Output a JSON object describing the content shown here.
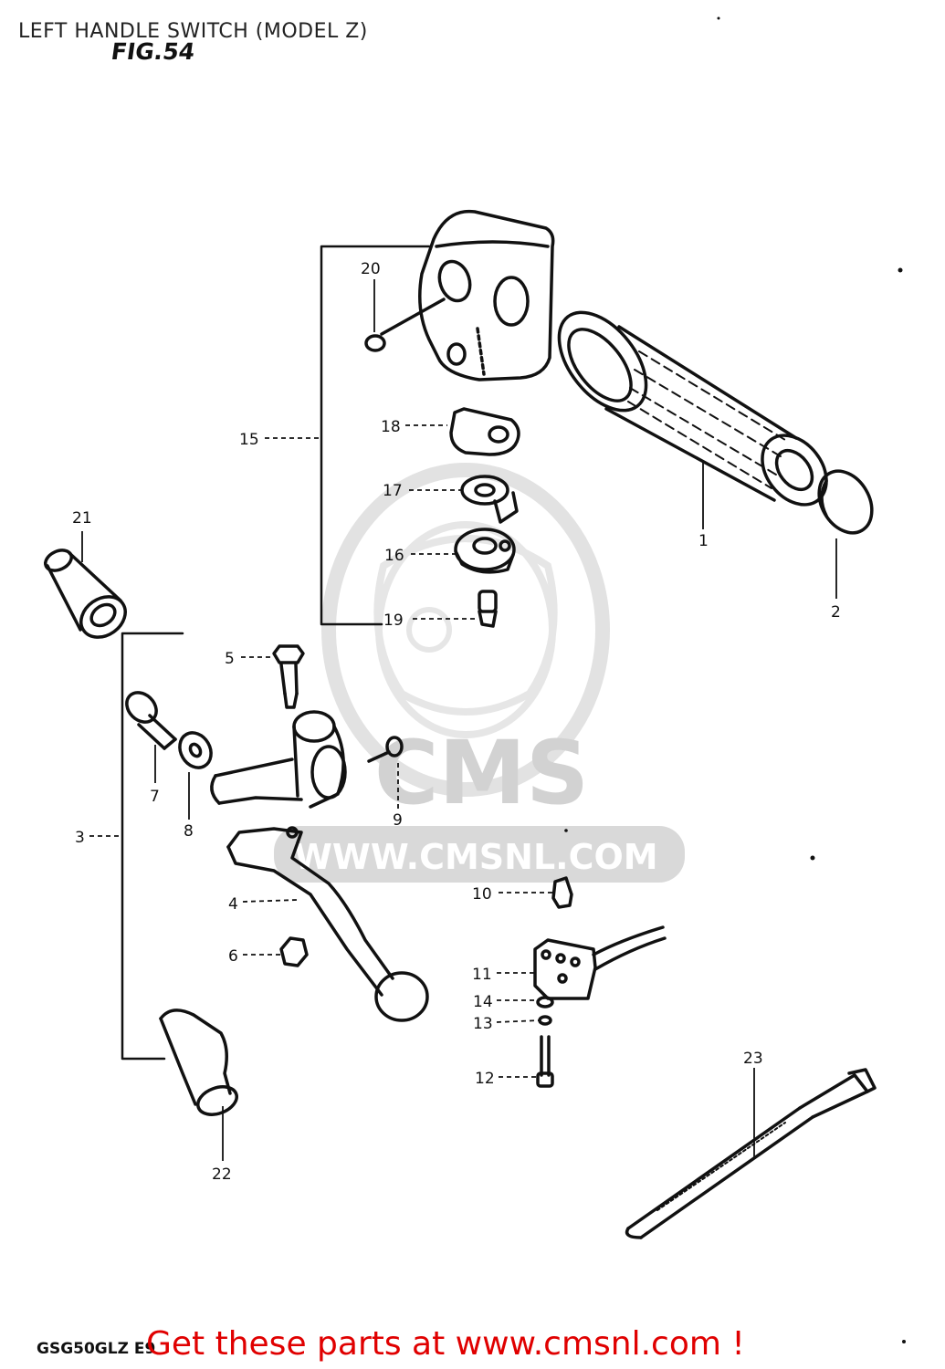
{
  "page": {
    "title": "LEFT HANDLE SWITCH (MODEL Z)",
    "figure_label": "FIG.54",
    "model_code": "GSG50GLZ E9",
    "promo_text": "Get these parts at www.cmsnl.com !"
  },
  "watermark": {
    "logo_text": "CMS",
    "url_text": "WWW.CMSNL.COM"
  },
  "callouts": {
    "c1": "1",
    "c2": "2",
    "c3": "3",
    "c4": "4",
    "c5": "5",
    "c6": "6",
    "c7": "7",
    "c8": "8",
    "c9": "9",
    "c10": "10",
    "c11": "11",
    "c12": "12",
    "c13": "13",
    "c14": "14",
    "c15": "15",
    "c16": "16",
    "c17": "17",
    "c18": "18",
    "c19": "19",
    "c20": "20",
    "c21": "21",
    "c22": "22",
    "c23": "23"
  },
  "colors": {
    "line": "#111111",
    "watermark": "#d2d2d2",
    "promo": "#e00000"
  }
}
